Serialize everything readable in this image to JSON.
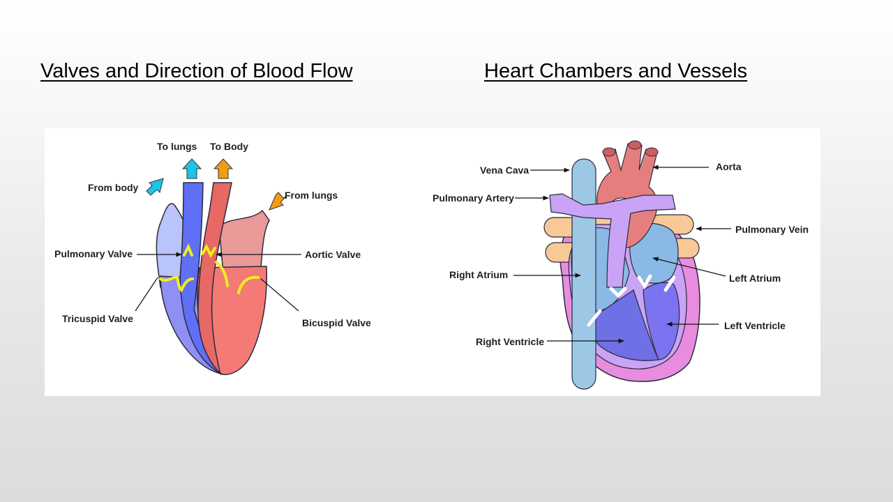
{
  "titles": {
    "left": "Valves and Direction of Blood Flow",
    "right": "Heart Chambers and Vessels"
  },
  "left_diagram": {
    "labels": {
      "to_lungs": "To lungs",
      "to_body": "To Body",
      "from_body": "From body",
      "from_lungs": "From lungs",
      "pulmonary_valve": "Pulmonary Valve",
      "aortic_valve": "Aortic Valve",
      "tricuspid_valve": "Tricuspid Valve",
      "bicuspid_valve": "Bicuspid Valve"
    },
    "colors": {
      "deoxygenated": "#8f8ff4",
      "oxygenated": "#f47a76",
      "valve": "#f2ee1d",
      "arrow_blue": "#1ec3e8",
      "arrow_orange": "#f39c12"
    }
  },
  "right_diagram": {
    "labels": {
      "vena_cava": "Vena Cava",
      "aorta": "Aorta",
      "pulmonary_artery": "Pulmonary Artery",
      "pulmonary_vein": "Pulmonary Vein",
      "right_atrium": "Right Atrium",
      "left_atrium": "Left Atrium",
      "right_ventricle": "Right Ventricle",
      "left_ventricle": "Left Ventricle"
    },
    "colors": {
      "aorta": "#e57f7f",
      "vena_cava": "#9cc8e6",
      "pulmonary_artery": "#c9a3f5",
      "pulmonary_vein": "#f7c996",
      "pericardium": "#e88ce0",
      "ventricle": "#6f6fe6"
    }
  }
}
